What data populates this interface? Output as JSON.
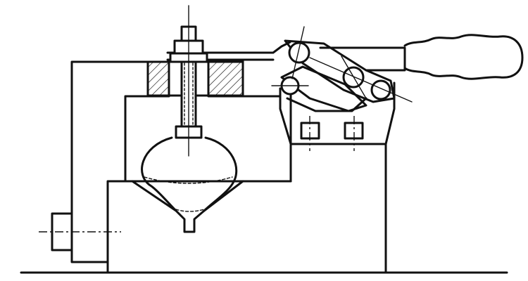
{
  "drawing": {
    "subject": "horizontal-toggle-clamp",
    "line_color": "#111111",
    "background": "#ffffff",
    "components": [
      "base-plate",
      "fixture-riser",
      "workpiece-support",
      "l-bracket",
      "clamp-arm",
      "hatched-spindle-holder",
      "clamp-spindle",
      "spindle-nuts",
      "pressure-pad",
      "handle",
      "toggle-linkage",
      "clamp-base",
      "mounting-screws",
      "funnel-workpiece",
      "side-stop"
    ]
  }
}
